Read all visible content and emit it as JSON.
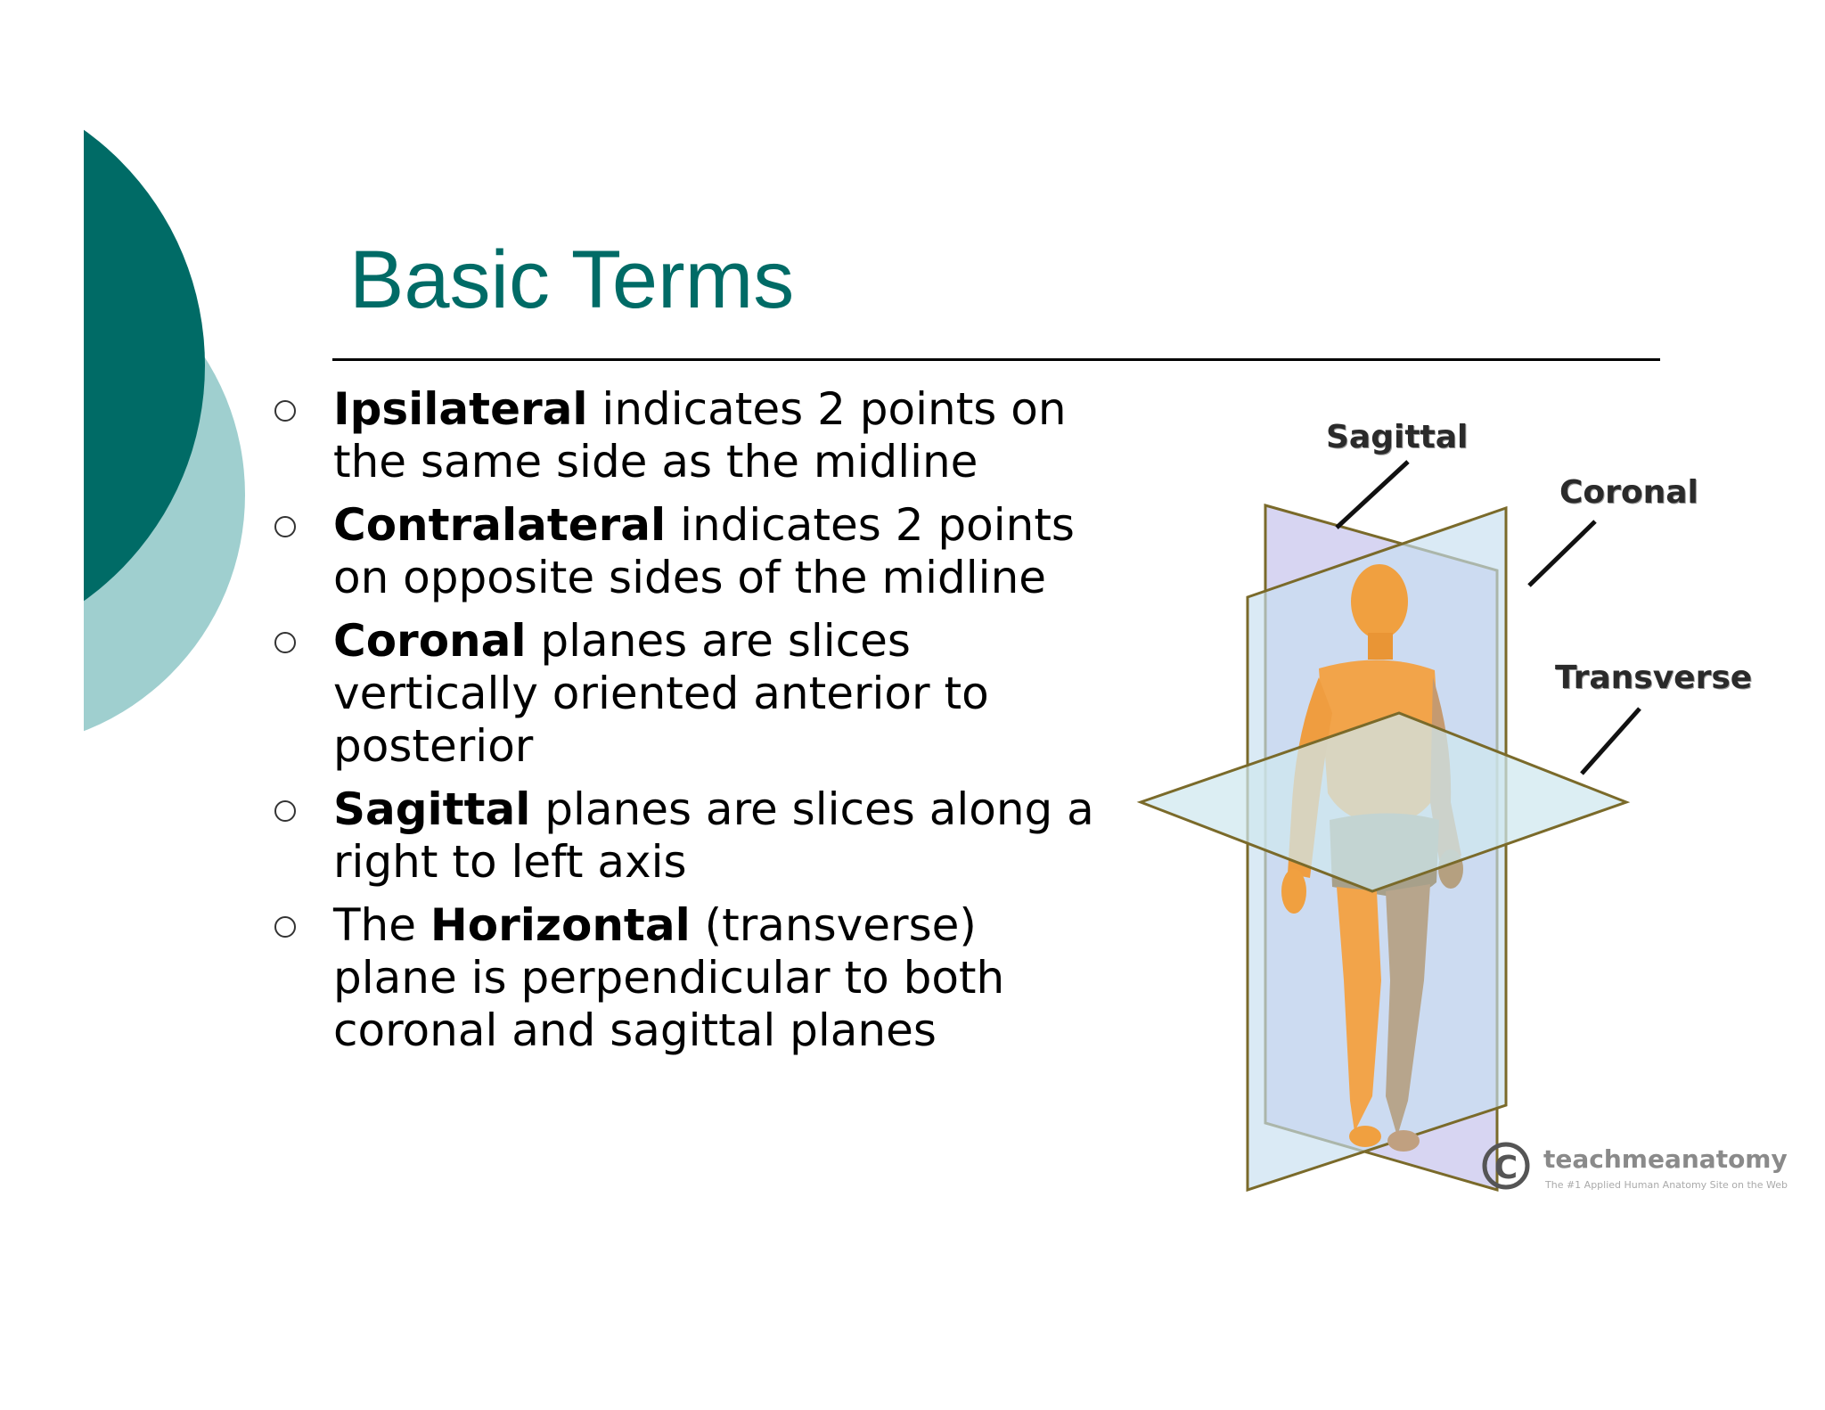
{
  "slide": {
    "title": "Basic Terms",
    "bullets": [
      {
        "term": "Ipsilateral",
        "pre": "",
        "text": " indicates 2 points on the same side as the midline"
      },
      {
        "term": "Contralateral",
        "pre": "",
        "text": " indicates 2 points on opposite sides of the midline"
      },
      {
        "term": "Coronal",
        "pre": "",
        "text": " planes are slices vertically oriented anterior to posterior"
      },
      {
        "term": "Sagittal",
        "pre": "",
        "text": " planes are slices along a right to left axis"
      },
      {
        "term": "Horizontal",
        "pre": "The ",
        "text": " (transverse) plane is perpendicular to both coronal and sagittal planes"
      }
    ]
  },
  "figure": {
    "labels": {
      "sagittal": "Sagittal",
      "coronal": "Coronal",
      "transverse": "Transverse"
    },
    "watermark": {
      "brand": "teachmeanatomy",
      "tagline": "The #1 Applied Human Anatomy Site on the Web"
    }
  },
  "colors": {
    "accent_dark": "#006b66",
    "accent_light": "#9fcfcf"
  }
}
